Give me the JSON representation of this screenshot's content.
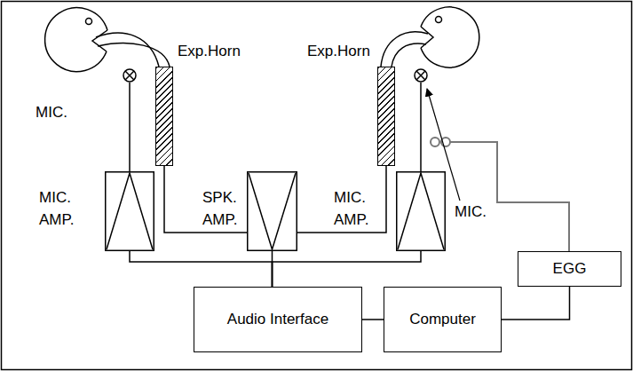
{
  "diagram": {
    "nodes": [
      {
        "text": [
          "Exp.Horn"
        ]
      },
      {
        "text": [
          "MIC."
        ]
      },
      {
        "text": [
          "Exp.Horn"
        ]
      },
      {
        "text": [
          "MIC."
        ]
      },
      {
        "text": [
          "MIC. AMP."
        ]
      },
      {
        "text": [
          "SPK. AMP."
        ]
      },
      {
        "text": [
          "MIC. AMP."
        ]
      },
      {
        "text": [
          "Audio Interface"
        ]
      },
      {
        "text": [
          "Computer"
        ]
      },
      {
        "text": [
          "EGG"
        ]
      }
    ],
    "edges": [
      {
        "from": 1,
        "to": 4,
        "arrow": "none"
      },
      {
        "from": 3,
        "to": 6,
        "arrow": "none"
      },
      {
        "from": 5,
        "to": 0,
        "arrow": "none"
      },
      {
        "from": 5,
        "to": 2,
        "arrow": "none"
      },
      {
        "from": 4,
        "to": 7,
        "arrow": "none"
      },
      {
        "from": 5,
        "to": 7,
        "arrow": "none"
      },
      {
        "from": 6,
        "to": 7,
        "arrow": "none"
      },
      {
        "from": 7,
        "to": 8,
        "arrow": "none"
      },
      {
        "from": 9,
        "to": 8,
        "arrow": "none"
      }
    ]
  }
}
